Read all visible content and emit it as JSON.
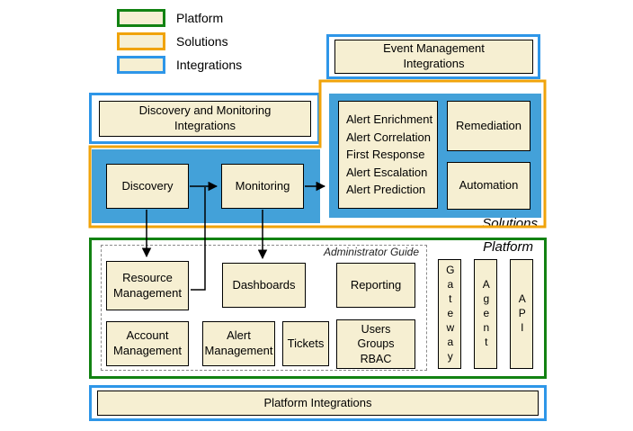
{
  "colors": {
    "platform_green": "#128212",
    "solutions_orange": "#f0a30a",
    "integrations_blue": "#2e96e8",
    "box_fill": "#f6efd2",
    "panel_blue": "#43a1d9"
  },
  "legend": {
    "items": [
      {
        "label": "Platform"
      },
      {
        "label": "Solutions"
      },
      {
        "label": "Integrations"
      }
    ]
  },
  "integrations": {
    "event_management": "Event Management\nIntegrations",
    "discovery_monitoring": "Discovery and Monitoring\nIntegrations",
    "platform": "Platform Integrations"
  },
  "solutions": {
    "region_label": "Solutions",
    "discovery": "Discovery",
    "monitoring": "Monitoring",
    "alert_functions": "Alert Enrichment\nAlert Correlation\nFirst Response\nAlert Escalation\nAlert Prediction",
    "remediation": "Remediation",
    "automation": "Automation"
  },
  "platform": {
    "region_label": "Platform",
    "admin_guide_label": "Administrator Guide",
    "resource_management": "Resource\nManagement",
    "dashboards": "Dashboards",
    "reporting": "Reporting",
    "account_management": "Account\nManagement",
    "alert_management": "Alert\nManagement",
    "tickets": "Tickets",
    "users_groups_rbac": "Users\nGroups\nRBAC",
    "gateway": "Gateway",
    "agent": "Agent",
    "api": "API"
  }
}
